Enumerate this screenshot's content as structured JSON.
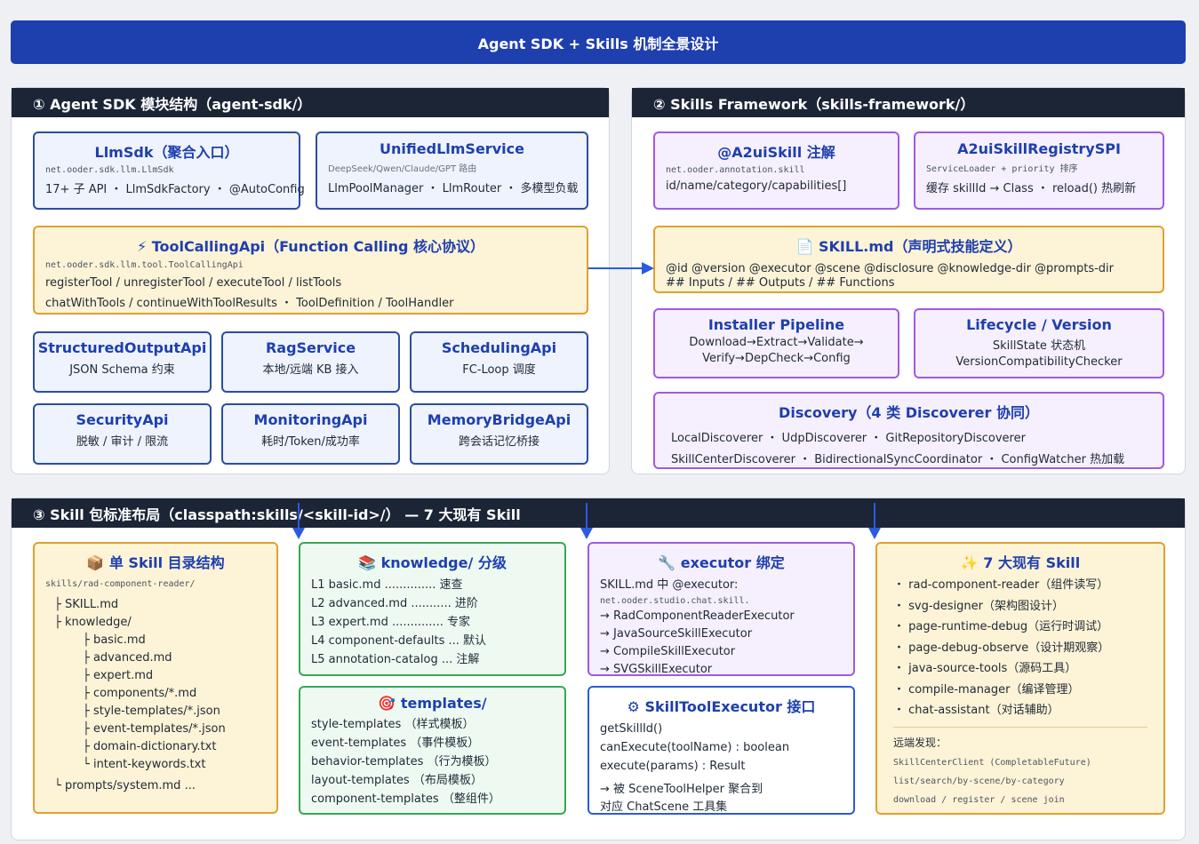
{
  "title": "Agent SDK + Skills 机制全景设计",
  "colors": {
    "header_bar": "#1e3fae",
    "panel_head": "#1c2536",
    "arrow": "#2a5be0"
  },
  "sdk": {
    "heading": "① Agent SDK 模块结构（agent-sdk/）",
    "llmsdk": {
      "title": "LlmSdk（聚合入口）",
      "pkg": "net.ooder.sdk.llm.LlmSdk",
      "desc": "17+ 子 API ・ LlmSdkFactory ・ @AutoConfig"
    },
    "unified": {
      "title": "UnifiedLlmService",
      "pkg": "DeepSeek/Qwen/Claude/GPT 路由",
      "desc": "LlmPoolManager ・ LlmRouter ・ 多模型负载"
    },
    "toolcalling": {
      "icon": "⚡",
      "title": "ToolCallingApi（Function Calling 核心协议）",
      "pkg": "net.ooder.sdk.llm.tool.ToolCallingApi",
      "line1": "registerTool / unregisterTool / executeTool / listTools",
      "line2": "chatWithTools / continueWithToolResults ・ ToolDefinition / ToolHandler"
    },
    "modules": [
      {
        "title": "StructuredOutputApi",
        "desc": "JSON Schema 约束"
      },
      {
        "title": "RagService",
        "desc": "本地/远端 KB 接入"
      },
      {
        "title": "SchedulingApi",
        "desc": "FC-Loop 调度"
      },
      {
        "title": "SecurityApi",
        "desc": "脱敏 / 审计 / 限流"
      },
      {
        "title": "MonitoringApi",
        "desc": "耗时/Token/成功率"
      },
      {
        "title": "MemoryBridgeApi",
        "desc": "跨会话记忆桥接"
      }
    ]
  },
  "skills": {
    "heading": "② Skills Framework（skills-framework/）",
    "a2ui": {
      "title": "@A2uiSkill 注解",
      "pkg": "net.ooder.annotation.skill",
      "desc": "id/name/category/capabilities[]"
    },
    "registry": {
      "title": "A2uiSkillRegistrySPI",
      "pkg": "ServiceLoader + priority 排序",
      "desc": "缓存 skillId → Class ・ reload() 热刷新"
    },
    "skillmd": {
      "icon": "📄",
      "title": "SKILL.md（声明式技能定义）",
      "line1": "@id @version @executor @scene @disclosure @knowledge-dir @prompts-dir",
      "line2": "## Inputs / ## Outputs / ## Functions"
    },
    "installer": {
      "title": "Installer Pipeline",
      "line1": "Download→Extract→Validate→",
      "line2": "Verify→DepCheck→Config"
    },
    "lifecycle": {
      "title": "Lifecycle / Version",
      "line1": "SkillState 状态机",
      "line2": "VersionCompatibilityChecker"
    },
    "discovery": {
      "title": "Discovery（4 类 Discoverer 协同）",
      "line1": "LocalDiscoverer ・ UdpDiscoverer ・ GitRepositoryDiscoverer",
      "line2": "SkillCenterDiscoverer ・ BidirectionalSyncCoordinator ・ ConfigWatcher 热加载"
    }
  },
  "layout3": {
    "heading": "③ Skill 包标准布局（classpath:skills/<skill-id>/） — 7 大现有 Skill",
    "dir": {
      "icon": "📦",
      "title": "单 Skill 目录结构",
      "path": "skills/rad-component-reader/",
      "items": [
        {
          "text": "├ SKILL.md",
          "level": 1
        },
        {
          "text": "├ knowledge/",
          "level": 1
        },
        {
          "text": "├ basic.md",
          "level": 2
        },
        {
          "text": "├ advanced.md",
          "level": 2
        },
        {
          "text": "├ expert.md",
          "level": 2
        },
        {
          "text": "├ components/*.md",
          "level": 2
        },
        {
          "text": "├ style-templates/*.json",
          "level": 2
        },
        {
          "text": "├ event-templates/*.json",
          "level": 2
        },
        {
          "text": "├ domain-dictionary.txt",
          "level": 2
        },
        {
          "text": "└ intent-keywords.txt",
          "level": 2
        }
      ],
      "last": "└ prompts/system.md ..."
    },
    "knowledge": {
      "icon": "📚",
      "title": "knowledge/ 分级",
      "items": [
        "L1 basic.md .............. 速查",
        "L2 advanced.md ........... 进阶",
        "L3 expert.md .............. 专家",
        "L4 component-defaults ... 默认",
        "L5 annotation-catalog ... 注解"
      ]
    },
    "templates": {
      "icon": "🎯",
      "title": "templates/",
      "items": [
        "style-templates （样式模板）",
        "event-templates （事件模板）",
        "behavior-templates （行为模板）",
        "layout-templates （布局模板）",
        "component-templates （整组件）"
      ]
    },
    "executor": {
      "icon": "🔧",
      "title": "executor 绑定",
      "line1": "SKILL.md 中 @executor:",
      "pkg": "net.ooder.studio.chat.skill.",
      "items": [
        "→ RadComponentReaderExecutor",
        "→ JavaSourceSkillExecutor",
        "→ CompileSkillExecutor",
        "→ SVGSkillExecutor"
      ]
    },
    "toolexec": {
      "icon": "⚙",
      "title": "SkillToolExecutor 接口",
      "items": [
        "getSkillId()",
        "canExecute(toolName) : boolean",
        "execute(params) : Result"
      ],
      "note1": "→ 被 SceneToolHelper 聚合到",
      "note2": "对应 ChatScene 工具集"
    },
    "seven": {
      "icon": "✨",
      "title": "7 大现有 Skill",
      "items": [
        "・ rad-component-reader（组件读写）",
        "・ svg-designer（架构图设计）",
        "・ page-runtime-debug（运行时调试）",
        "・ page-debug-observe（设计期观察）",
        "・ java-source-tools（源码工具）",
        "・ compile-manager（编译管理）",
        "・ chat-assistant（对话辅助）"
      ],
      "remote_label": "远端发现：",
      "remote_lines": [
        "SkillCenterClient (CompletableFuture)",
        "list/search/by-scene/by-category",
        "download / register / scene join"
      ]
    }
  }
}
